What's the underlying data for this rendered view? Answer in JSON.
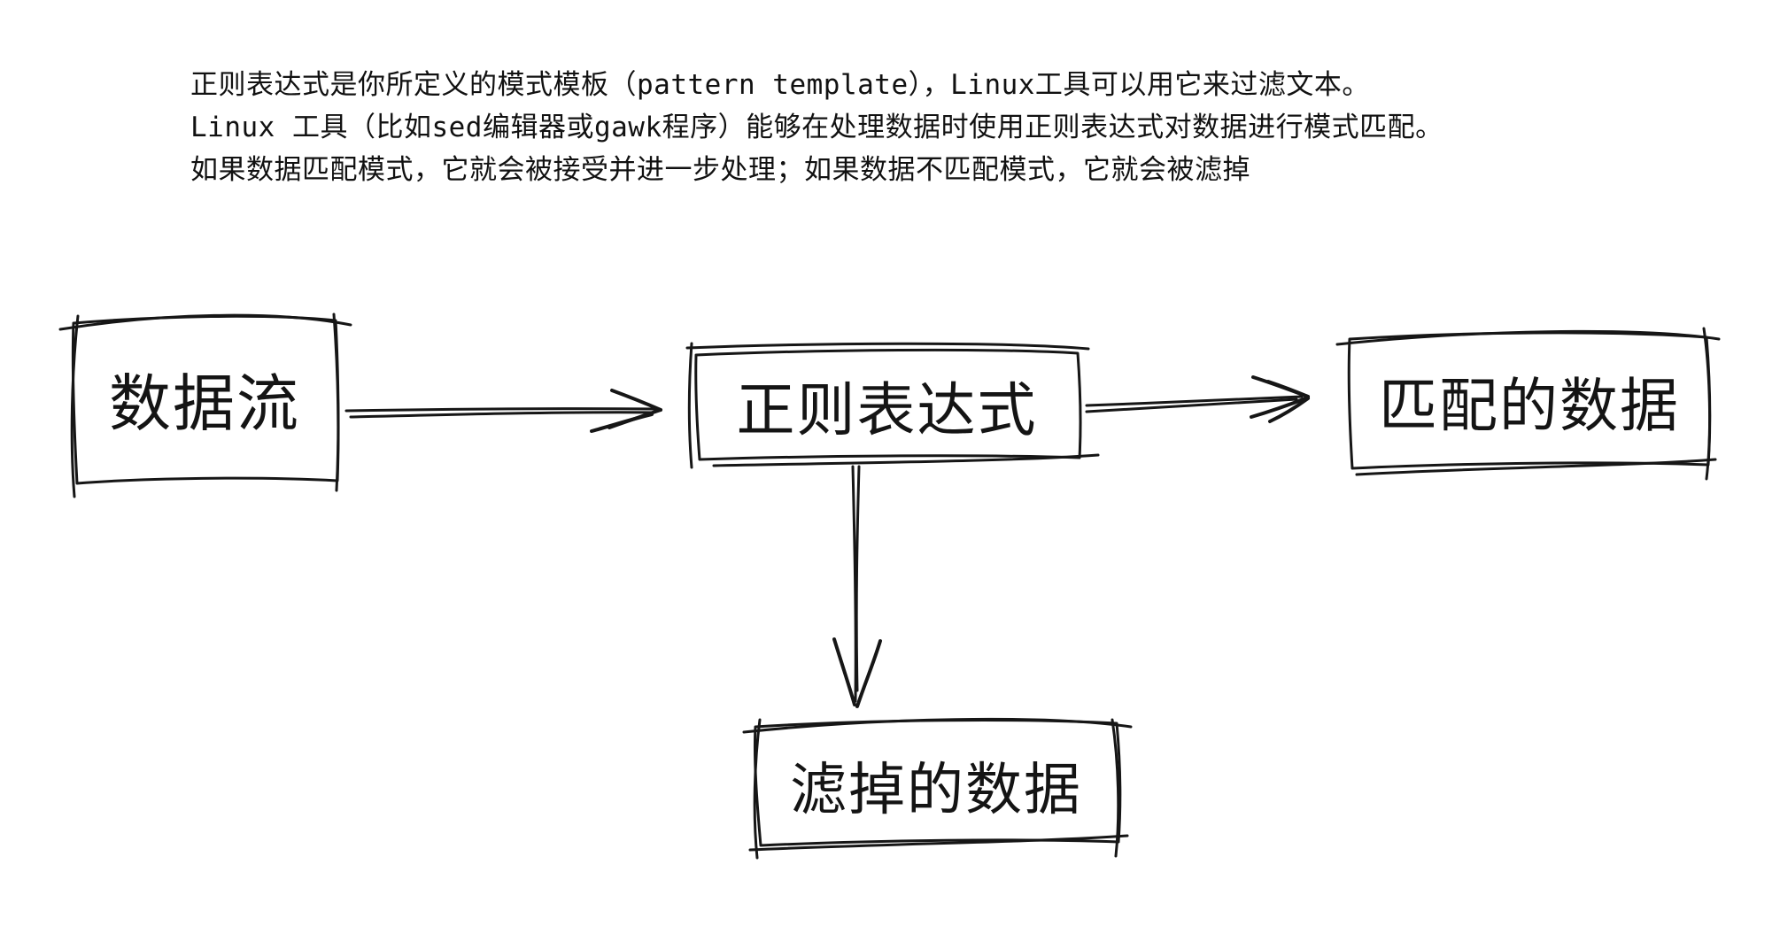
{
  "page": {
    "background_color": "#ffffff",
    "ink_color": "#161616"
  },
  "paragraph": {
    "lines": [
      "正则表达式是你所定义的模式模板（pattern template），Linux工具可以用它来过滤文本。",
      "Linux 工具（比如sed编辑器或gawk程序）能够在处理数据时使用正则表达式对数据进行模式匹配。",
      "如果数据匹配模式，它就会被接受并进一步处理；如果数据不匹配模式，它就会被滤掉"
    ]
  },
  "diagram": {
    "nodes": [
      {
        "id": "data-stream",
        "label": "数据流"
      },
      {
        "id": "regex",
        "label": "正则表达式"
      },
      {
        "id": "matched-data",
        "label": "匹配的数据"
      },
      {
        "id": "filtered-data",
        "label": "滤掉的数据"
      }
    ],
    "edges": [
      {
        "from": "data-stream",
        "to": "regex",
        "direction": "right"
      },
      {
        "from": "regex",
        "to": "matched-data",
        "direction": "right"
      },
      {
        "from": "regex",
        "to": "filtered-data",
        "direction": "down"
      }
    ]
  }
}
